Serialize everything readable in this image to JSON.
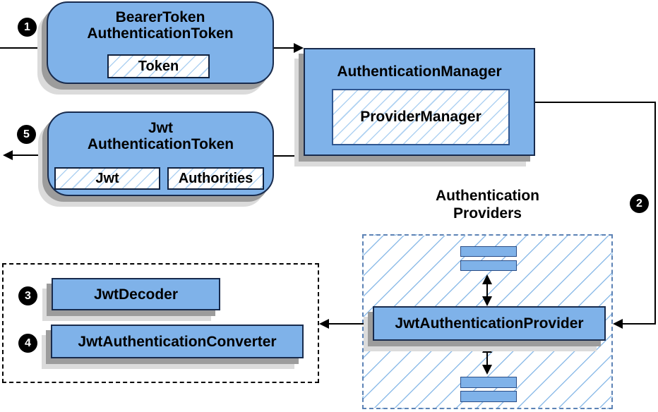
{
  "badges": [
    "1",
    "2",
    "3",
    "4",
    "5"
  ],
  "boxes": {
    "bearer_token": {
      "title_line1": "BearerToken",
      "title_line2": "AuthenticationToken",
      "field": "Token"
    },
    "auth_manager": {
      "title": "AuthenticationManager",
      "impl": "ProviderManager"
    },
    "jwt_token": {
      "title_line1": "Jwt",
      "title_line2": "AuthenticationToken",
      "field_jwt": "Jwt",
      "field_authorities": "Authorities"
    },
    "providers_group": {
      "label_line1": "Authentication",
      "label_line2": "Providers",
      "provider": "JwtAuthenticationProvider"
    },
    "decoder_group": {
      "decoder": "JwtDecoder",
      "converter": "JwtAuthenticationConverter"
    }
  },
  "colors": {
    "box_fill": "#7FB2E9",
    "box_border": "#182B4D",
    "hatch_line": "#AFD2F2",
    "group_hatch_line": "#8FBDE9",
    "dashed_blue_border": "#5C82B5",
    "dashed_black_border": "#000000",
    "shadow_dark": "#9C9C9C",
    "shadow_light": "#DBDBDB",
    "arrow": "#000000",
    "badge_bg": "#000000",
    "badge_text": "#FFFFFF"
  }
}
